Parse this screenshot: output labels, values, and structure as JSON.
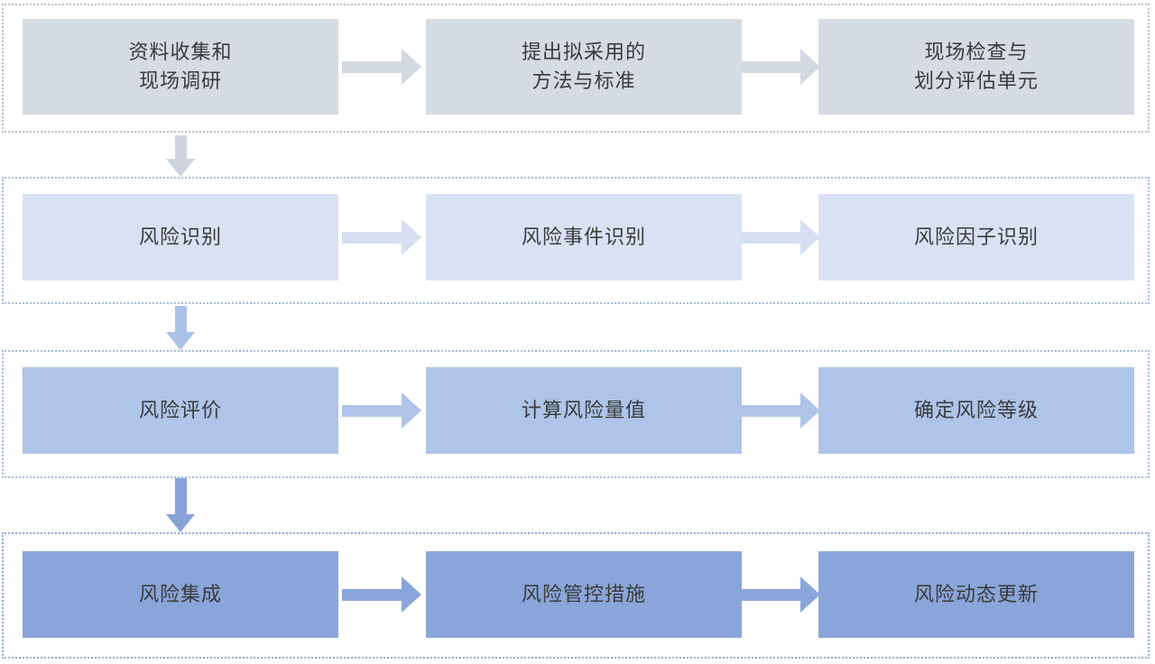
{
  "page": {
    "background": "#ffffff",
    "text_color": "#3b3b3b"
  },
  "rows": [
    {
      "stage": "data-collection-and-preparation",
      "box_color": "#d5dbe3",
      "arrow_color": "#d3d9e2",
      "border_color": "#b8bec8",
      "boxes": [
        {
          "label": "资料收集和\n现场调研"
        },
        {
          "label": "提出拟采用的\n方法与标准"
        },
        {
          "label": "现场检查与\n划分评估单元"
        }
      ]
    },
    {
      "stage": "risk-identification",
      "box_color": "#d9e2f4",
      "arrow_color": "#d7e0f3",
      "border_color": "#a6bce2",
      "boxes": [
        {
          "label": "风险识别"
        },
        {
          "label": "风险事件识别"
        },
        {
          "label": "风险因子识别"
        }
      ]
    },
    {
      "stage": "risk-evaluation",
      "box_color": "#aec4e8",
      "arrow_color": "#aec4e8",
      "border_color": "#a6bce2",
      "boxes": [
        {
          "label": "风险评价"
        },
        {
          "label": "计算风险量值"
        },
        {
          "label": "确定风险等级"
        }
      ]
    },
    {
      "stage": "risk-integration-and-control",
      "box_color": "#8aa5d9",
      "arrow_color": "#8aa5d9",
      "border_color": "#94acd9",
      "boxes": [
        {
          "label": "风险集成"
        },
        {
          "label": "风险管控措施"
        },
        {
          "label": "风险动态更新"
        }
      ]
    }
  ],
  "down_arrows": [
    {
      "color": "#cdd4e0"
    },
    {
      "color": "#acc2e8"
    },
    {
      "color": "#87a3d7"
    }
  ]
}
